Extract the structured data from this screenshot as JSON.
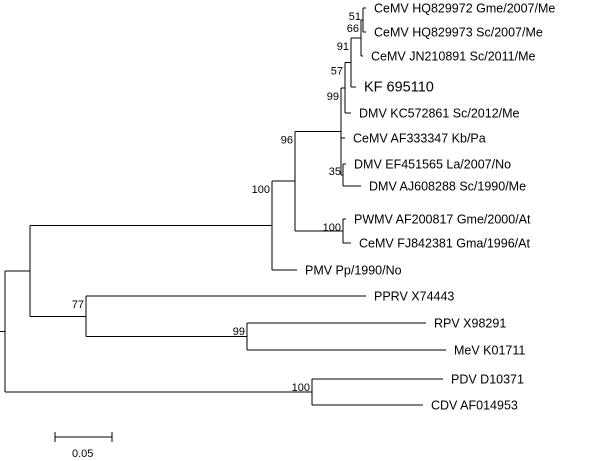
{
  "tree": {
    "leaves": [
      {
        "id": "L1",
        "label": "CeMV HQ829972 Gme/2007/Me"
      },
      {
        "id": "L2",
        "label": "CeMV HQ829973 Sc/2007/Me"
      },
      {
        "id": "L3",
        "label": "CeMV JN210891 Sc/2011/Me"
      },
      {
        "id": "L4",
        "label": "KF 695110",
        "emphasis": true
      },
      {
        "id": "L5",
        "label": "DMV KC572861 Sc/2012/Me"
      },
      {
        "id": "L6",
        "label": "CeMV AF333347 Kb/Pa"
      },
      {
        "id": "L7",
        "label": "DMV  EF451565 La/2007/No"
      },
      {
        "id": "L8",
        "label": "DMV AJ608288 Sc/1990/Me"
      },
      {
        "id": "L9",
        "label": "PWMV AF200817 Gme/2000/At"
      },
      {
        "id": "L10",
        "label": "CeMV FJ842381 Gma/1996/At"
      },
      {
        "id": "L11",
        "label": "PMV Pp/1990/No"
      },
      {
        "id": "L12",
        "label": "PPRV X74443"
      },
      {
        "id": "L13",
        "label": "RPV X98291"
      },
      {
        "id": "L14",
        "label": "MeV K01711"
      },
      {
        "id": "L15",
        "label": "PDV D10371"
      },
      {
        "id": "L16",
        "label": "CDV AF014953"
      }
    ],
    "bootstrap": [
      {
        "node": "n12",
        "value": "51"
      },
      {
        "node": "n123",
        "value": "66"
      },
      {
        "node": "n1234",
        "value": "91"
      },
      {
        "node": "n12345",
        "value": "57"
      },
      {
        "node": "n78",
        "value": "35"
      },
      {
        "node": "nDMV",
        "value": "99"
      },
      {
        "node": "n910",
        "value": "100"
      },
      {
        "node": "nCeMV",
        "value": "96"
      },
      {
        "node": "nMorbilli",
        "value": "100"
      },
      {
        "node": "n1314",
        "value": "99"
      },
      {
        "node": "nPPRV",
        "value": "77"
      },
      {
        "node": "n1516",
        "value": "100"
      }
    ],
    "scale_bar": {
      "label": "0.05",
      "value": 0.05
    }
  }
}
